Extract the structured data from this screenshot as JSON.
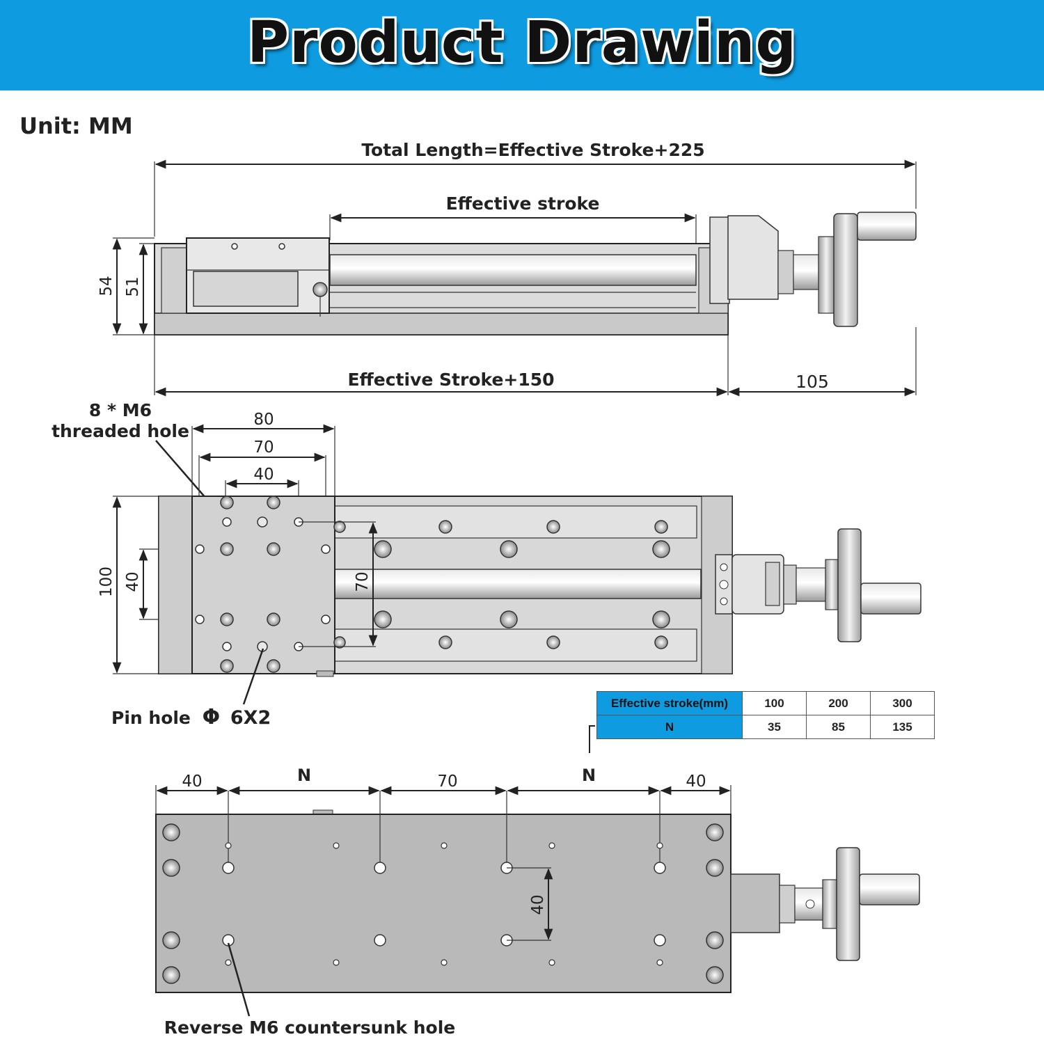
{
  "banner": {
    "title": "Product Drawing",
    "color": "#0e9be0"
  },
  "unit_label": "Unit: MM",
  "side_view": {
    "total_length": "Total Length=Effective Stroke+225",
    "effective_stroke": "Effective stroke",
    "base_length": "Effective Stroke+150",
    "handwheel_length": "105",
    "height_outer": "54",
    "height_inner": "51"
  },
  "top_view": {
    "threaded_hole_count": "8 * M6",
    "threaded_hole_label": "threaded hole",
    "width_80": "80",
    "width_70": "70",
    "width_40": "40",
    "height_100": "100",
    "height_40": "40",
    "spacing_70": "70",
    "pin_hole_label": "Pin hole",
    "pin_hole_symbol": "Φ",
    "pin_hole_size": "6X2"
  },
  "spec_table": {
    "header_label": "Effective stroke(mm)",
    "n_label": "N",
    "columns": [
      {
        "stroke": "100",
        "n": "35"
      },
      {
        "stroke": "200",
        "n": "85"
      },
      {
        "stroke": "300",
        "n": "135"
      }
    ]
  },
  "bottom_view": {
    "edge_left": "40",
    "n_left": "N",
    "center": "70",
    "n_right": "N",
    "edge_right": "40",
    "vertical": "40",
    "countersunk_label": "Reverse M6 countersunk hole"
  }
}
